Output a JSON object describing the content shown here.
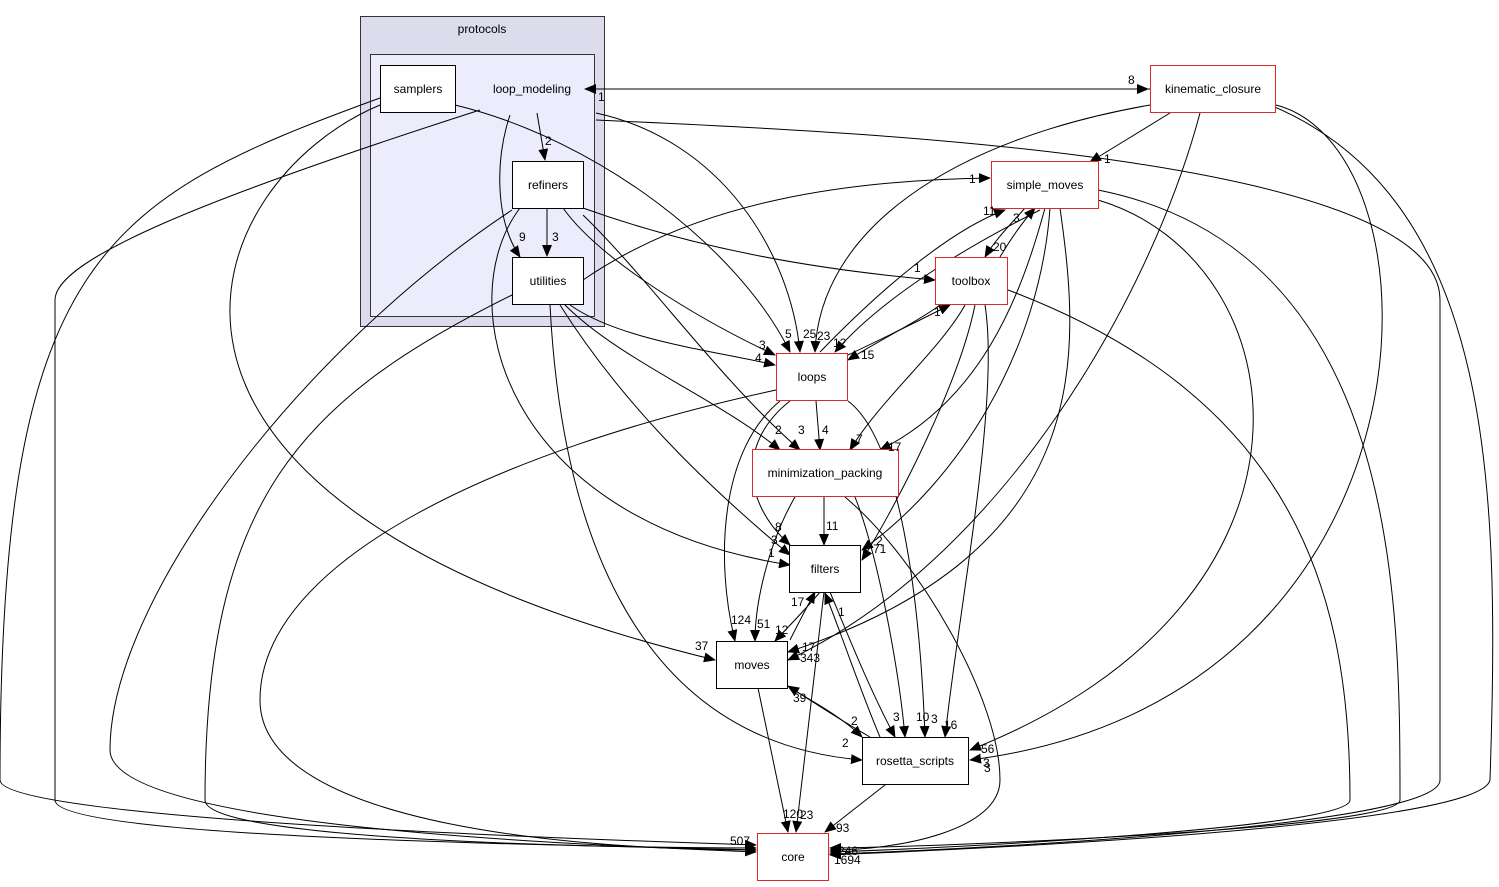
{
  "graph": {
    "type": "directory-dependency-graph",
    "clusters": [
      {
        "id": "protocols",
        "label": "protocols",
        "fill": "#dcdcec"
      },
      {
        "id": "loop_modeling",
        "label": "loop_modeling",
        "fill": "#ececfc"
      }
    ],
    "nodes": [
      {
        "id": "samplers",
        "label": "samplers",
        "border": "#000000"
      },
      {
        "id": "refiners",
        "label": "refiners",
        "border": "#000000"
      },
      {
        "id": "utilities",
        "label": "utilities",
        "border": "#000000"
      },
      {
        "id": "kinematic_closure",
        "label": "kinematic_closure",
        "border": "#e0282a"
      },
      {
        "id": "simple_moves",
        "label": "simple_moves",
        "border": "#e0282a"
      },
      {
        "id": "toolbox",
        "label": "toolbox",
        "border": "#e0282a"
      },
      {
        "id": "loops",
        "label": "loops",
        "border": "#e0282a"
      },
      {
        "id": "minimization_packing",
        "label": "minimization_packing",
        "border": "#e0282a"
      },
      {
        "id": "filters",
        "label": "filters",
        "border": "#000000"
      },
      {
        "id": "moves",
        "label": "moves",
        "border": "#000000"
      },
      {
        "id": "rosetta_scripts",
        "label": "rosetta_scripts",
        "border": "#000000"
      },
      {
        "id": "core",
        "label": "core",
        "border": "#e0282a"
      }
    ],
    "edge_labels": [
      {
        "from": "kinematic_closure",
        "to": "loop_modeling",
        "label": "1"
      },
      {
        "from": "loop_modeling",
        "to": "kinematic_closure",
        "label": "8"
      },
      {
        "from": "loop_modeling",
        "to": "refiners",
        "label": "2"
      },
      {
        "from": "loop_modeling",
        "to": "utilities",
        "label": "9"
      },
      {
        "from": "refiners",
        "to": "utilities",
        "label": "3"
      },
      {
        "from": "kinematic_closure",
        "to": "simple_moves",
        "label": "1"
      },
      {
        "from": "utilities",
        "to": "simple_moves",
        "label": "1"
      },
      {
        "from": "loops",
        "to": "simple_moves",
        "label": "11"
      },
      {
        "from": "toolbox",
        "to": "simple_moves",
        "label": "3"
      },
      {
        "from": "simple_moves",
        "to": "toolbox",
        "label": "20"
      },
      {
        "from": "refiners",
        "to": "toolbox",
        "label": "1"
      },
      {
        "from": "loops",
        "to": "toolbox",
        "label": "1"
      },
      {
        "from": "samplers",
        "to": "loops",
        "label": "5"
      },
      {
        "from": "loop_modeling",
        "to": "loops",
        "label": "25"
      },
      {
        "from": "kinematic_closure",
        "to": "loops",
        "label": "23"
      },
      {
        "from": "simple_moves",
        "to": "loops",
        "label": "12"
      },
      {
        "from": "toolbox",
        "to": "loops",
        "label": "15"
      },
      {
        "from": "refiners",
        "to": "loops",
        "label": "3"
      },
      {
        "from": "utilities",
        "to": "loops",
        "label": "4"
      },
      {
        "from": "utilities",
        "to": "minimization_packing",
        "label": "2"
      },
      {
        "from": "refiners",
        "to": "minimization_packing",
        "label": "3"
      },
      {
        "from": "loops",
        "to": "minimization_packing",
        "label": "4"
      },
      {
        "from": "toolbox",
        "to": "minimization_packing",
        "label": "7"
      },
      {
        "from": "simple_moves",
        "to": "minimization_packing",
        "label": "17"
      },
      {
        "from": "minimization_packing",
        "to": "filters",
        "label": "11"
      },
      {
        "from": "loops",
        "to": "filters",
        "label": "8"
      },
      {
        "from": "utilities",
        "to": "filters",
        "label": "3"
      },
      {
        "from": "refiners",
        "to": "filters",
        "label": "1"
      },
      {
        "from": "simple_moves",
        "to": "filters",
        "label": "2"
      },
      {
        "from": "toolbox",
        "to": "filters",
        "label": "71"
      },
      {
        "from": "moves",
        "to": "filters",
        "label": "17"
      },
      {
        "from": "rosetta_scripts",
        "to": "filters",
        "label": "1"
      },
      {
        "from": "filters",
        "to": "moves",
        "label": "12"
      },
      {
        "from": "loops",
        "to": "moves",
        "label": "124"
      },
      {
        "from": "minimization_packing",
        "to": "moves",
        "label": "51"
      },
      {
        "from": "samplers",
        "to": "moves",
        "label": "37"
      },
      {
        "from": "simple_moves",
        "to": "moves",
        "label": "17"
      },
      {
        "from": "toolbox",
        "to": "moves",
        "label": "343"
      },
      {
        "from": "rosetta_scripts",
        "to": "moves",
        "label": "39"
      },
      {
        "from": "moves",
        "to": "rosetta_scripts",
        "label": "2"
      },
      {
        "from": "utilities",
        "to": "rosetta_scripts",
        "label": "2"
      },
      {
        "from": "filters",
        "to": "rosetta_scripts",
        "label": "3"
      },
      {
        "from": "minimization_packing",
        "to": "rosetta_scripts",
        "label": "10"
      },
      {
        "from": "loops",
        "to": "rosetta_scripts",
        "label": "3"
      },
      {
        "from": "toolbox",
        "to": "rosetta_scripts",
        "label": "16"
      },
      {
        "from": "simple_moves",
        "to": "rosetta_scripts",
        "label": "56"
      },
      {
        "from": "kinematic_closure",
        "to": "rosetta_scripts",
        "label": "3"
      },
      {
        "from": "moves",
        "to": "core",
        "label": "120"
      },
      {
        "from": "filters",
        "to": "core",
        "label": "23"
      },
      {
        "from": "rosetta_scripts",
        "to": "core",
        "label": "93"
      },
      {
        "from": "samplers",
        "to": "core",
        "label": "507"
      },
      {
        "from": "minimization_packing",
        "to": "core",
        "label": "3"
      },
      {
        "from": "simple_moves",
        "to": "core",
        "label": "246"
      },
      {
        "from": "toolbox",
        "to": "core",
        "label": "1694"
      }
    ]
  }
}
